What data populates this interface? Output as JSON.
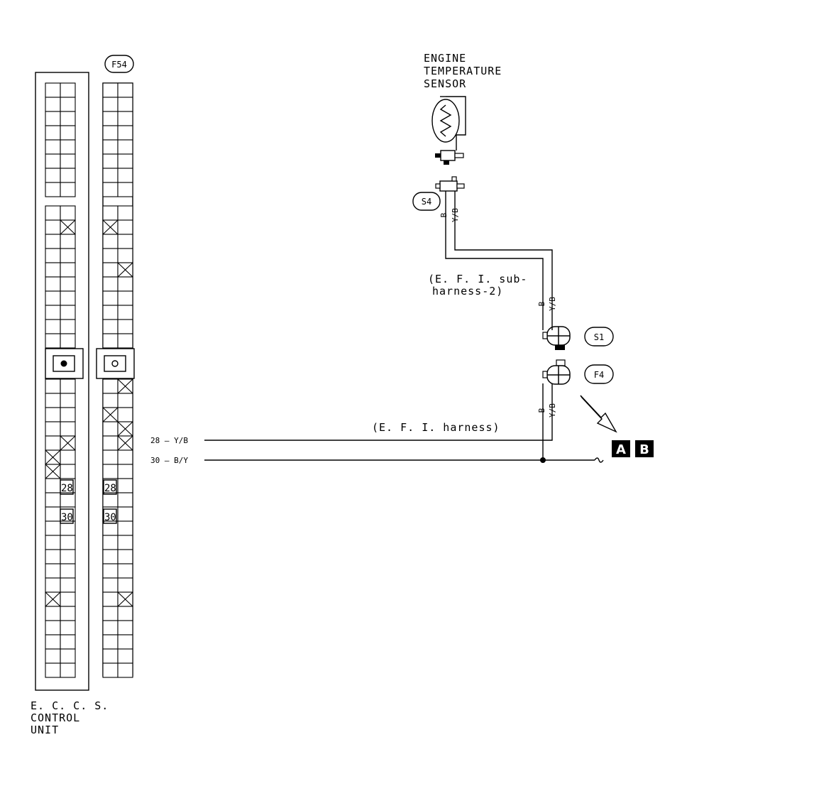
{
  "ecu": {
    "title_lines": [
      "E. C. C. S.",
      "CONTROL",
      "UNIT"
    ],
    "connector_label": "F54"
  },
  "sensor": {
    "title_lines": [
      "ENGINE",
      "TEMPERATURE",
      "SENSOR"
    ]
  },
  "connectors": {
    "s4": "S4",
    "s1": "S1",
    "f4": "F4"
  },
  "pins": {
    "pin28": "28",
    "pin30": "30"
  },
  "wires": {
    "w28_label": "28 — Y/B",
    "w30_label": "30 — B/Y",
    "b": "B",
    "yb": "Y/B"
  },
  "harness": {
    "sub_line1": "(E. F. I.  sub-",
    "sub_line2": "harness-2)",
    "main": "(E. F. I.  harness)"
  },
  "refs": {
    "a": "A",
    "b": "B"
  },
  "colors": {
    "ink": "#000000",
    "paper": "#ffffff"
  }
}
